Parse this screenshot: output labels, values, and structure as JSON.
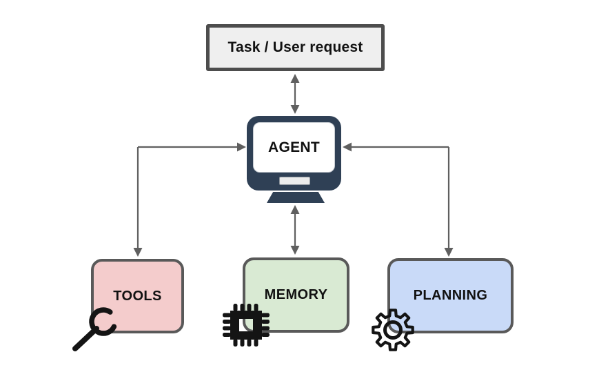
{
  "diagram": {
    "nodes": {
      "task": {
        "label": "Task / User request"
      },
      "agent": {
        "label": "AGENT",
        "icon": "monitor-icon"
      },
      "tools": {
        "label": "TOOLS",
        "icon": "wrench-icon"
      },
      "memory": {
        "label": "MEMORY",
        "icon": "chip-icon"
      },
      "planning": {
        "label": "PLANNING",
        "icon": "gear-icon"
      }
    },
    "connections": [
      {
        "between": [
          "task",
          "agent"
        ],
        "shape": "straight-vertical",
        "arrows": "both-ends"
      },
      {
        "between": [
          "agent",
          "tools"
        ],
        "shape": "elbow",
        "arrows": "both-ends"
      },
      {
        "between": [
          "agent",
          "memory"
        ],
        "shape": "straight-vertical",
        "arrows": "both-ends"
      },
      {
        "between": [
          "agent",
          "planning"
        ],
        "shape": "elbow",
        "arrows": "both-ends"
      }
    ],
    "colors": {
      "background": "#ffffff",
      "task_fill": "#efefef",
      "task_border": "#4d4d4d",
      "tools_fill": "#f4cccc",
      "memory_fill": "#d9ead3",
      "planning_fill": "#c9daf8",
      "node_border": "#595959",
      "agent_body": "#2f4055",
      "connector": "#5f5f5f",
      "icon_ink": "#141414"
    }
  }
}
